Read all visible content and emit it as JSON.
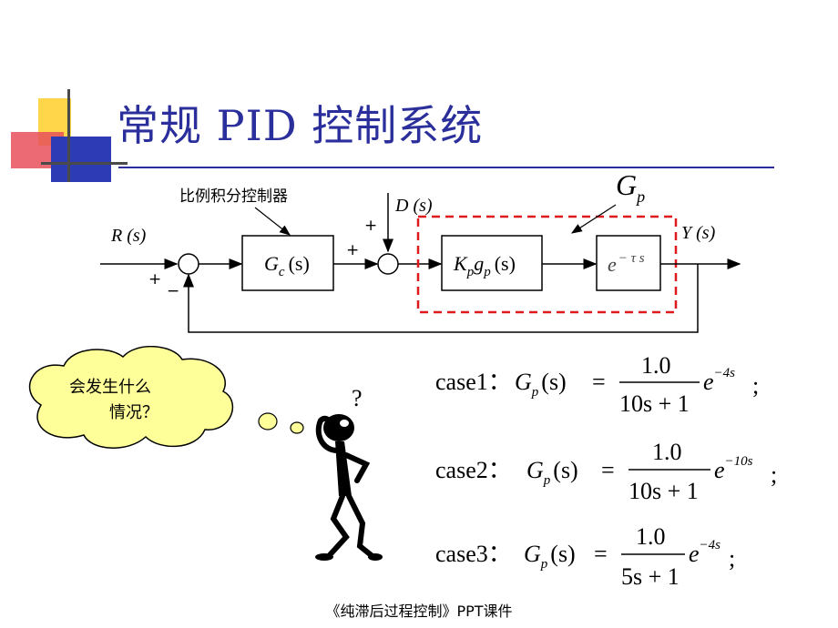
{
  "title": "常规 PID 控制系统",
  "diagram": {
    "controller_label": "比例积分控制器",
    "input": "R (s)",
    "disturbance": "D (s)",
    "output": "Y (s)",
    "plant_group": "G",
    "plant_group_sub": "p",
    "controller_block": "G",
    "controller_block_sub": "c",
    "controller_block_arg": "(s)",
    "plant_block": "K",
    "plant_block_sub1": "p",
    "plant_block_mid": "g",
    "plant_block_sub2": "p",
    "plant_block_arg": "(s)",
    "delay_base": "e",
    "delay_exp": "− τ s",
    "sign_plus": "+",
    "sign_minus": "−"
  },
  "cloud_text": [
    "会发生什么",
    "情况？"
  ],
  "question_mark": "?",
  "cases": [
    {
      "label": "case1：",
      "lhs_g": "G",
      "lhs_sub": "p",
      "lhs_arg": "(s)",
      "eq": "=",
      "num": "1.0",
      "den": "10s + 1",
      "exp_base": "e",
      "exp": "−4s",
      "end": ";"
    },
    {
      "label": "case2：",
      "lhs_g": "G",
      "lhs_sub": "p",
      "lhs_arg": "(s)",
      "eq": "=",
      "num": "1.0",
      "den": "10s + 1",
      "exp_base": "e",
      "exp": "−10s",
      "end": ";"
    },
    {
      "label": "case3：",
      "lhs_g": "G",
      "lhs_sub": "p",
      "lhs_arg": "(s)",
      "eq": "=",
      "num": "1.0",
      "den": "5s + 1",
      "exp_base": "e",
      "exp": "−4s",
      "end": ";"
    }
  ],
  "footer": "《纯滞后过程控制》PPT课件",
  "colors": {
    "title": "#2b2f9c",
    "dashed_box": "#e0191c",
    "cloud": "#ffff99",
    "deco_yellow": "#ffd54a",
    "deco_red": "#e8505b",
    "deco_blue": "#2d3bb5"
  }
}
